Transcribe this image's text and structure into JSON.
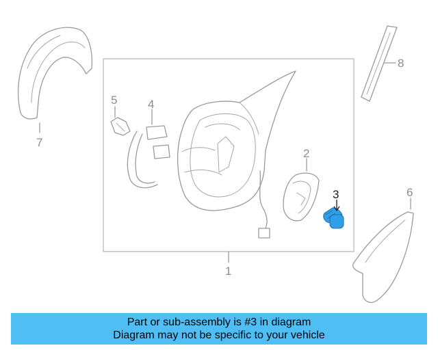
{
  "diagram": {
    "callouts": {
      "c1": "1",
      "c2": "2",
      "c3": "3",
      "c4": "4",
      "c5": "5",
      "c6": "6",
      "c7": "7",
      "c8": "8"
    },
    "highlighted_part": "3",
    "colors": {
      "highlight_fill": "#2f9fe8",
      "line": "#9a9a9a",
      "banner": "#4fbef4"
    }
  },
  "banner": {
    "line1": "Part or sub-assembly is #3 in diagram",
    "line2": "Diagram may not be specific to your vehicle"
  }
}
